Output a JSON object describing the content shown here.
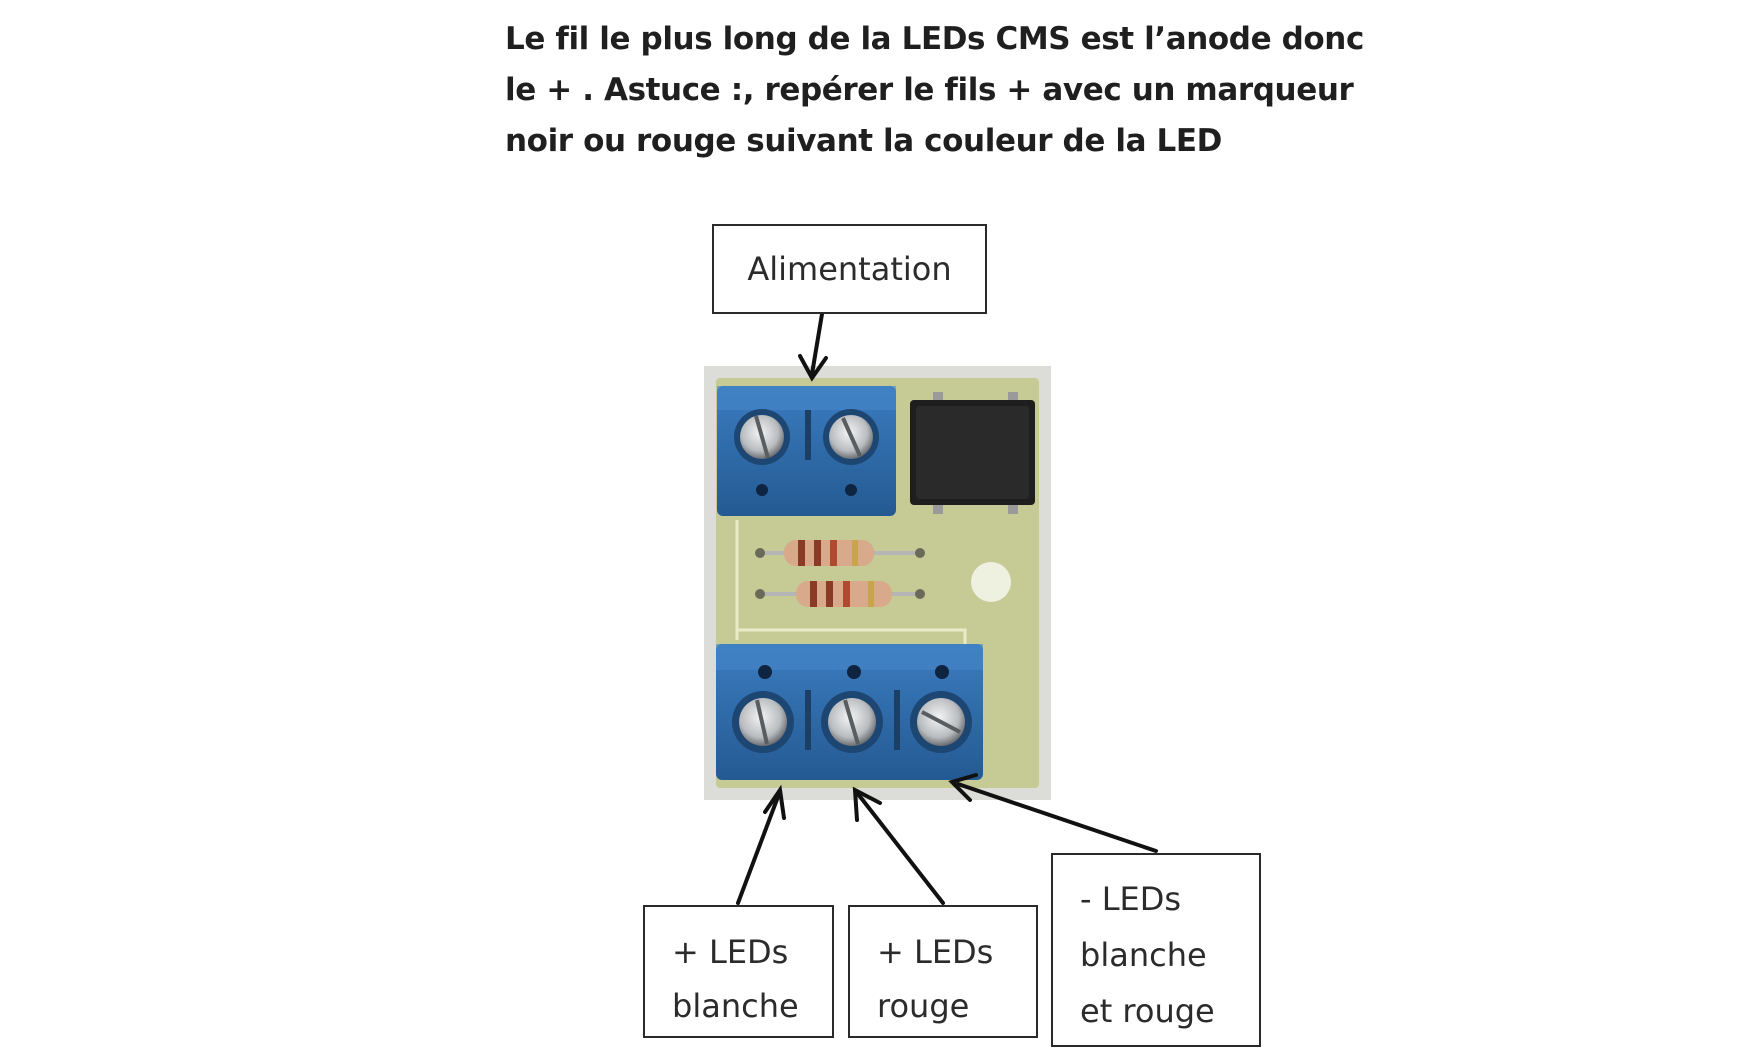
{
  "intro": {
    "line1": "Le fil le plus long de la LEDs CMS est l’anode donc",
    "line2": "le + . Astuce :, repérer le fils + avec un marqueur",
    "line3": "noir ou rouge suivant la couleur de la LED"
  },
  "labels": {
    "alimentation": "Alimentation",
    "plus_blanche": {
      "line1": "+ LEDs",
      "line2": "blanche"
    },
    "plus_rouge": {
      "line1": "+ LEDs",
      "line2": "rouge"
    },
    "moins": {
      "line1": "- LEDs",
      "line2": "blanche",
      "line3": "et rouge"
    }
  },
  "colors": {
    "terminal_blue": "#2f6aa8",
    "pcb_green": "#c9cf9a",
    "arrow": "#111111"
  }
}
